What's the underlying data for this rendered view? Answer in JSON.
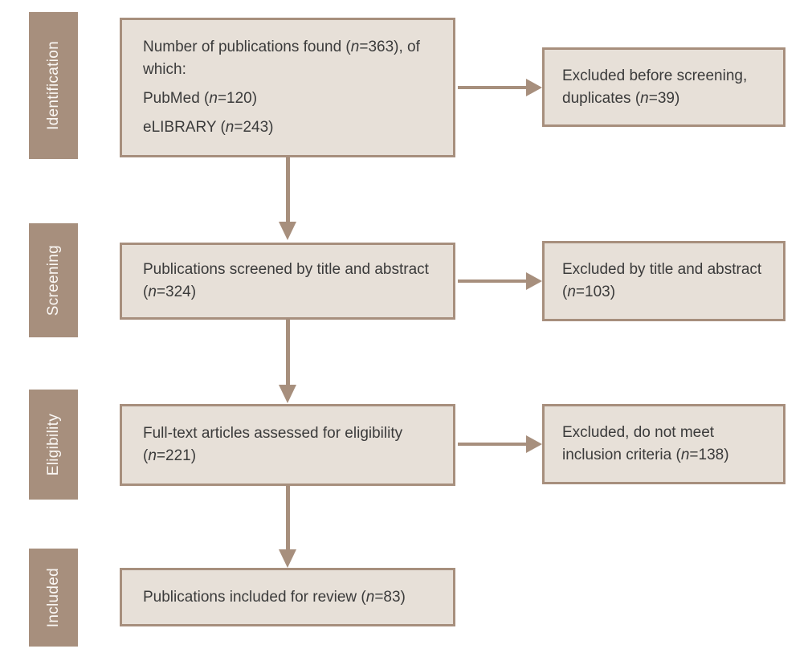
{
  "colors": {
    "band": "#a78f7d",
    "border": "#a78f7d",
    "box_fill": "#e7e0d8",
    "text": "#3b3b3b",
    "band_text": "#faf7f4",
    "background": "#ffffff"
  },
  "stages": [
    {
      "label": "Identification"
    },
    {
      "label": "Screening"
    },
    {
      "label": "Eligibility"
    },
    {
      "label": "Included"
    }
  ],
  "main_boxes": [
    {
      "paragraphs": [
        "Number of publications found (*n*=363), of which:",
        "PubMed (*n*=120)",
        "eLIBRARY (*n*=243)"
      ]
    },
    {
      "paragraphs": [
        "Publications screened by title and abstract (*n*=324)"
      ]
    },
    {
      "paragraphs": [
        "Full-text articles assessed for eligibility (*n*=221)"
      ]
    },
    {
      "paragraphs": [
        "Publications included for review (*n*=83)"
      ]
    }
  ],
  "side_boxes": [
    {
      "text": "Excluded before screening, duplicates (*n*=39)"
    },
    {
      "text": "Excluded by title and abstract (*n*=103)"
    },
    {
      "text": "Excluded, do not meet inclusion criteria (*n*=138)"
    }
  ]
}
